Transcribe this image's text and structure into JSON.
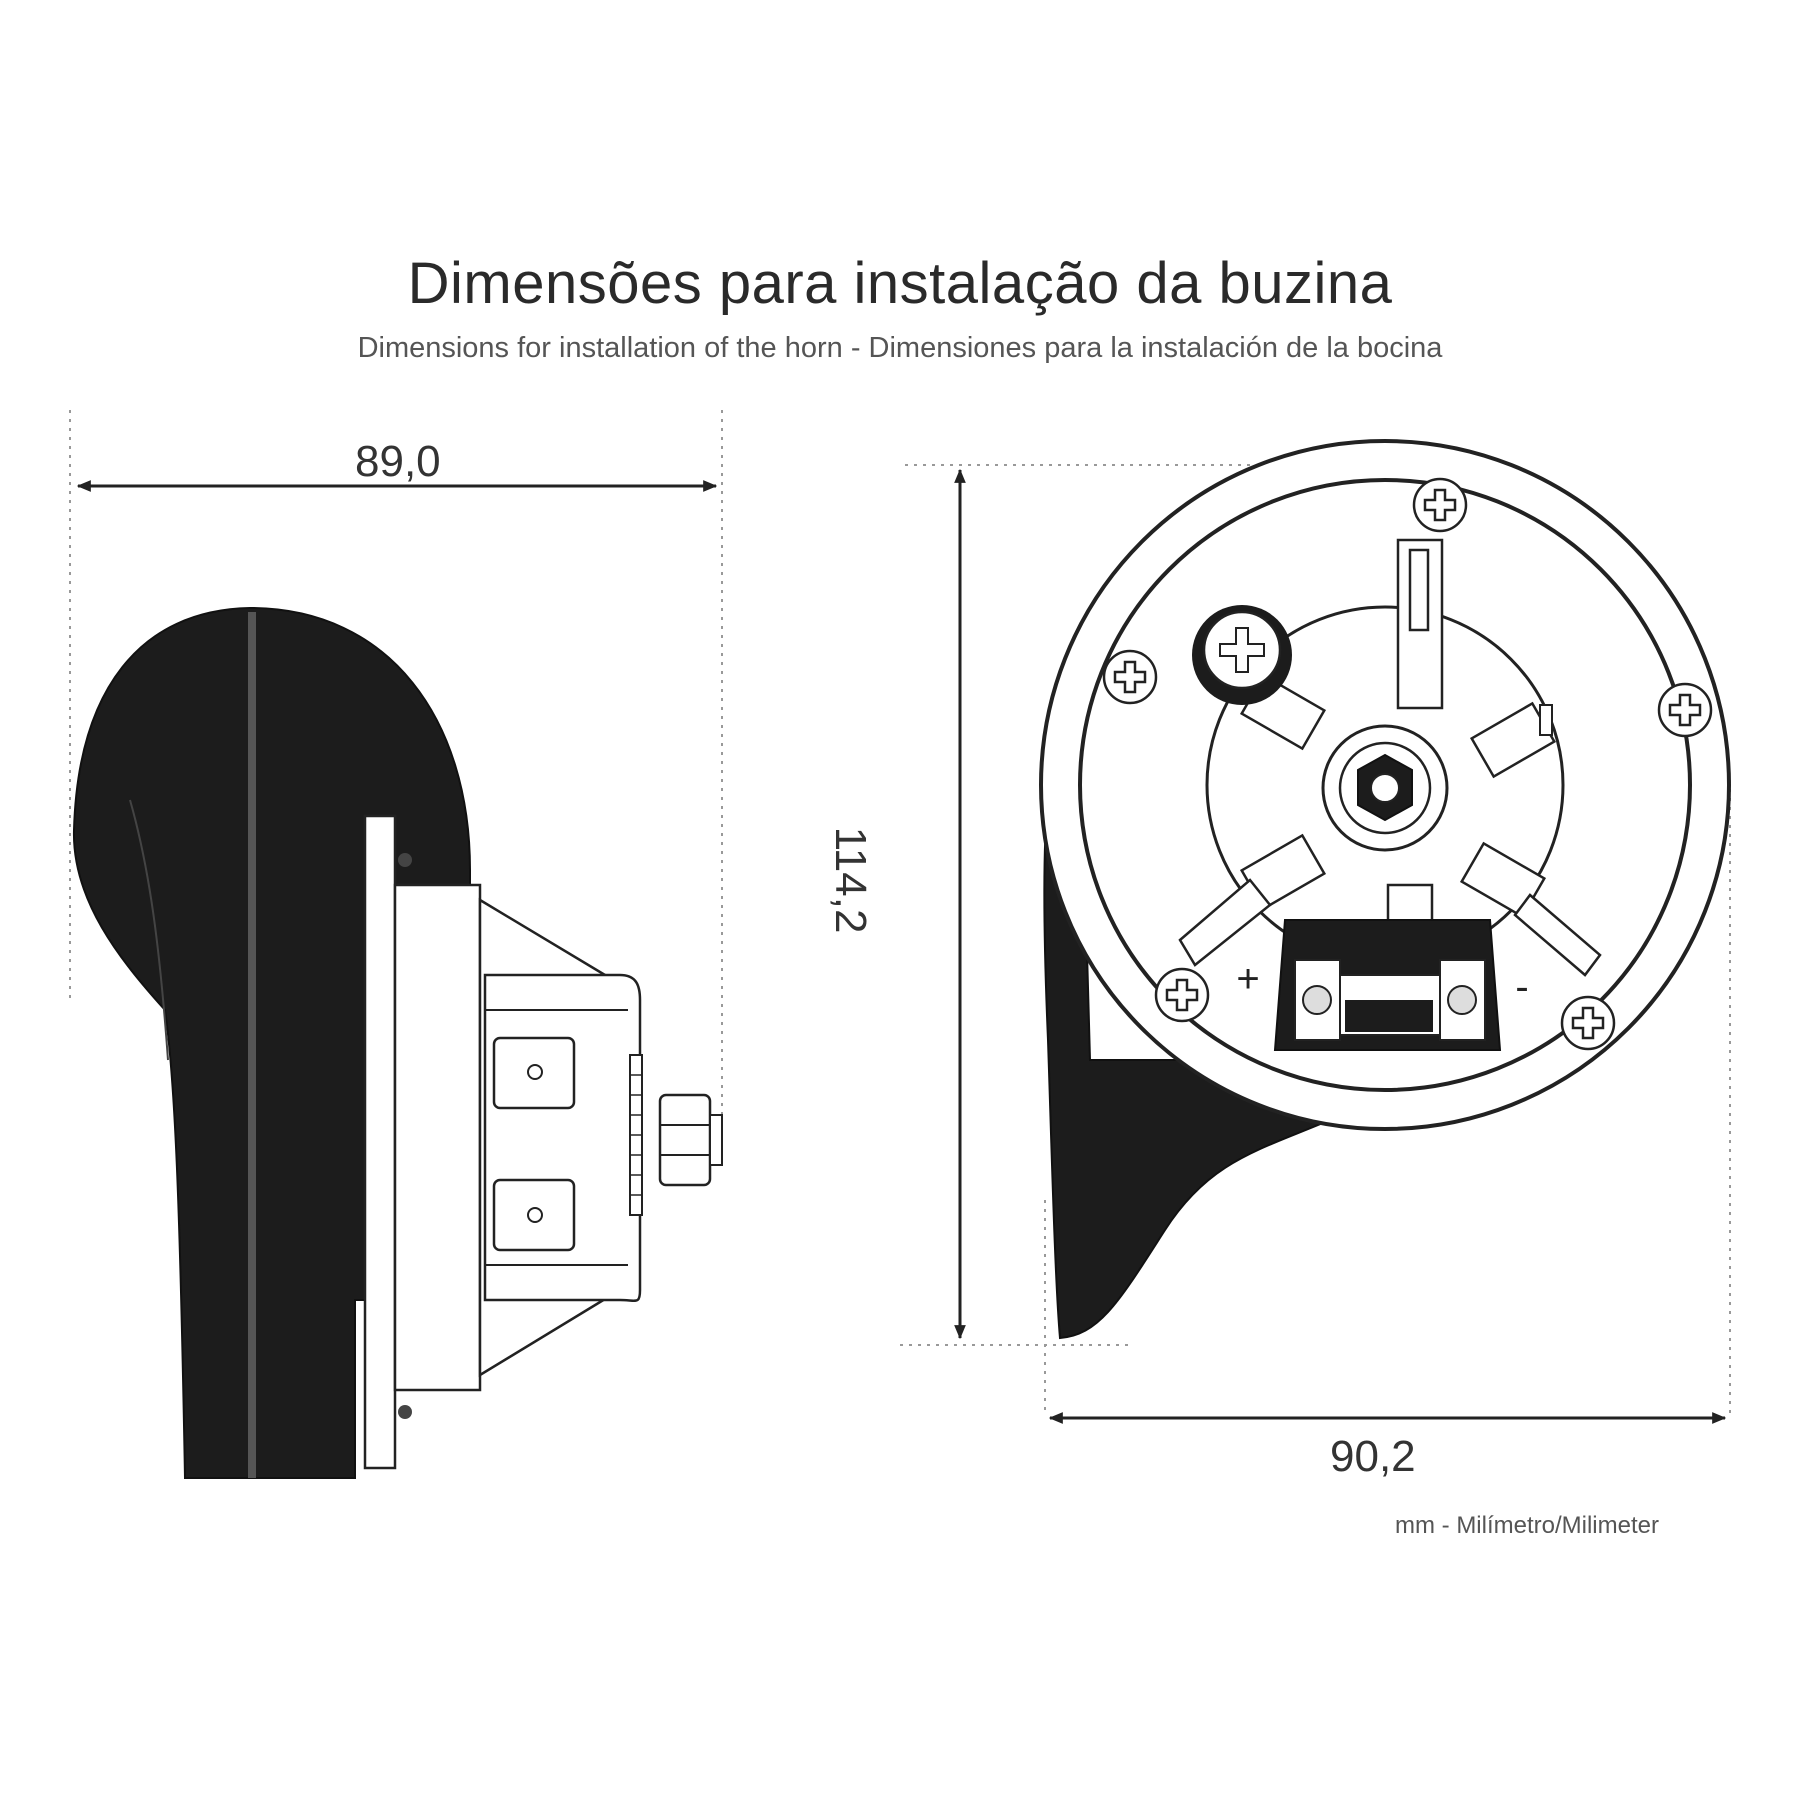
{
  "title": "Dimensões para instalação da buzina",
  "subtitle": "Dimensions for installation of the horn - Dimensiones para la instalación de la bocina",
  "dimensions": {
    "side_width": "89,0",
    "front_height": "114,2",
    "front_width": "90,2"
  },
  "terminals": {
    "positive": "+",
    "negative": "-"
  },
  "unit_note": "mm - Milímetro/Milimeter"
}
